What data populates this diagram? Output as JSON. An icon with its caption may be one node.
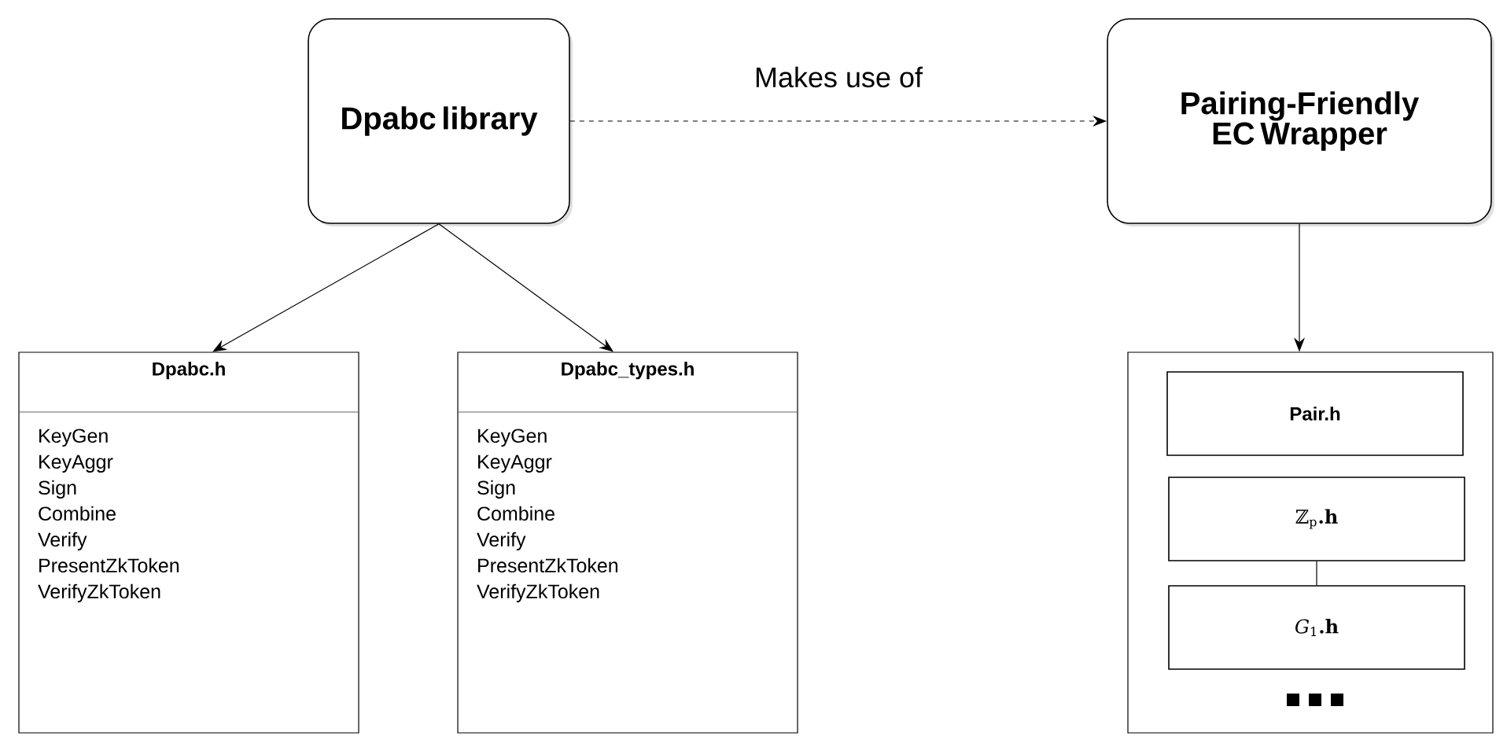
{
  "diagram": {
    "nodes": [
      {
        "text": [
          "Dpabc library"
        ]
      },
      {
        "text": [
          "Pairing-Friendly EC Wrapper"
        ]
      },
      {
        "text": [
          "Dpabc.h",
          "KeyGen",
          "KeyAggr",
          "Sign",
          "Combine",
          "Verify",
          "PresentZkToken",
          "VerifyZkToken"
        ]
      },
      {
        "text": [
          "Dpabc_types.h",
          "KeyGen",
          "KeyAggr",
          "Sign",
          "Combine",
          "Verify",
          "PresentZkToken",
          "VerifyZkToken"
        ]
      },
      {
        "text": [],
        "shape": "box"
      },
      {
        "text": [
          "Pair.h"
        ],
        "in": 4
      },
      {
        "text": [
          "ℤ$_{p}$**.h**"
        ],
        "in": 4
      },
      {
        "text": [
          "*G*$_{1}$**.h**"
        ],
        "in": 4
      }
    ],
    "edges": [
      {
        "from": 0,
        "to": 1,
        "arrow": "to",
        "label": "Makes use of",
        "style": "dashed"
      },
      {
        "from": 0,
        "to": 2,
        "arrow": "to"
      },
      {
        "from": 0,
        "to": 3,
        "arrow": "to"
      },
      {
        "from": 1,
        "to": 4,
        "arrow": "to"
      },
      {
        "from": 6,
        "to": 7,
        "arrow": "none"
      }
    ]
  }
}
